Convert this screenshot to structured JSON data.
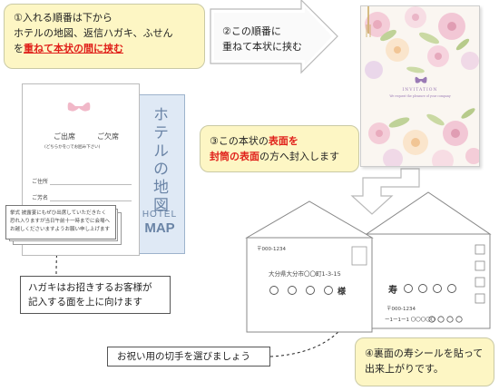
{
  "step1": {
    "line1": "①入れる順番は下から",
    "line2": "ホテルの地図、返信ハガキ、ふせん",
    "line3_pre": "を",
    "line3_red": "重ねて本状の間に挟む"
  },
  "step2": {
    "line1": "②この順番に",
    "line2": "重ねて本状に挟む"
  },
  "step3": {
    "line1_pre": "③この本状の",
    "line1_red": "表面を",
    "line2_red": "封筒の表面",
    "line2_post": "の方へ封入します"
  },
  "step4": {
    "line1": "④裏面の寿シールを貼って",
    "line2": "出来上がりです。"
  },
  "note_hagaki": {
    "line1": "ハガキはお招きするお客様が",
    "line2": "記入する面を上に向けます"
  },
  "note_stamp": {
    "text": "お祝い用の切手を選びましょう"
  },
  "invitation": {
    "title": "INVITATION",
    "subtitle": "We request the pleasure of your company"
  },
  "hotel_map": {
    "jp": "ホテルの地図",
    "en1": "HOTEL",
    "en2": "MAP"
  },
  "reply_card": {
    "attend": "ご出席",
    "absent": "ご欠席",
    "sub": "(どちらかを○でお囲み下さい)",
    "field1": "ご住所",
    "field2": "ご芳名"
  },
  "fusen": {
    "text": "挙式 披露宴にもぜひ出席していただきたく 恐れ入りますが当日午前十一時までに会場へお越しくださいますようお願い申し上げます"
  },
  "envelope_front": {
    "zip": "〒000-1234",
    "address": "大分県大分市〇〇町1-3-15",
    "sama": "様"
  },
  "envelope_back": {
    "kotobuki": "寿",
    "zip": "〒000-1234",
    "address": "ー1ー1ー1 〇〇〇〇〇"
  },
  "colors": {
    "yellow_box": "#fdf6c4",
    "accent_red": "#e0201a",
    "hotel_blue": "#dfe9f5"
  }
}
